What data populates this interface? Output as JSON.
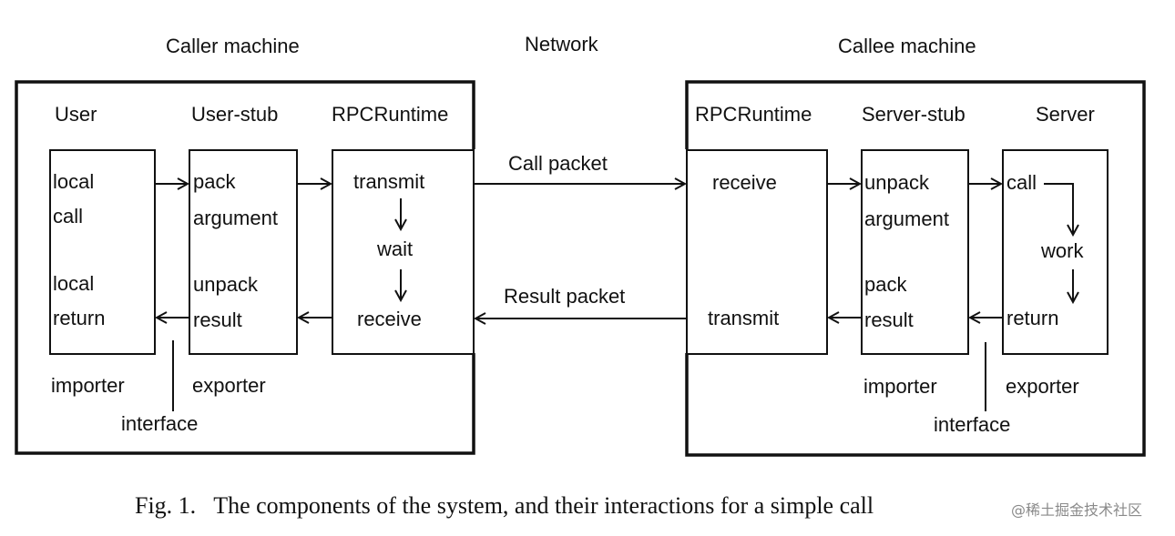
{
  "headers": {
    "caller": "Caller machine",
    "network": "Network",
    "callee": "Callee machine"
  },
  "caller": {
    "user": "User",
    "user_stub": "User-stub",
    "rpc_runtime": "RPCRuntime",
    "user_box": {
      "local1": "local",
      "call": "call",
      "local2": "local",
      "return": "return"
    },
    "stub_box": {
      "pack": "pack",
      "argument": "argument",
      "unpack": "unpack",
      "result": "result"
    },
    "rpc_box": {
      "transmit": "transmit",
      "wait": "wait",
      "receive": "receive"
    },
    "importer": "importer",
    "exporter": "exporter",
    "interface": "interface"
  },
  "network": {
    "call_packet": "Call packet",
    "result_packet": "Result packet"
  },
  "callee": {
    "rpc_runtime": "RPCRuntime",
    "server_stub": "Server-stub",
    "server": "Server",
    "rpc_box": {
      "receive": "receive",
      "transmit": "transmit"
    },
    "stub_box": {
      "unpack": "unpack",
      "argument": "argument",
      "pack": "pack",
      "result": "result"
    },
    "server_box": {
      "call": "call",
      "work": "work",
      "return": "return"
    },
    "importer": "importer",
    "exporter": "exporter",
    "interface": "interface"
  },
  "caption": "Fig. 1.   The components of the system, and their interactions for a simple call",
  "watermark": "@稀土掘金技术社区"
}
